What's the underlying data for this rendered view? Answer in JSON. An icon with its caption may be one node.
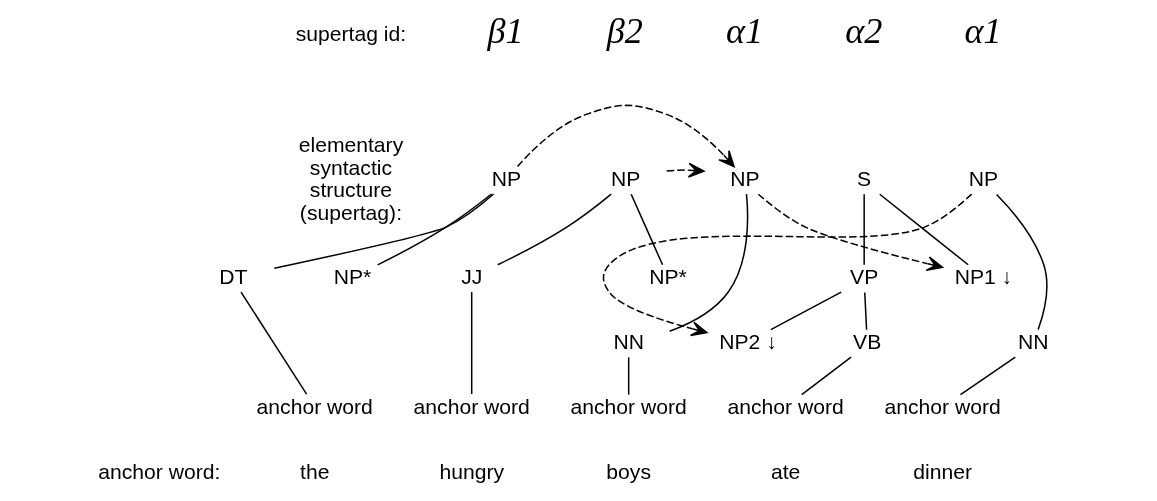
{
  "diagram": {
    "nodes": [
      {
        "text": [
          "NP"
        ]
      },
      {
        "text": [
          "DT"
        ]
      },
      {
        "text": [
          "NP*"
        ]
      },
      {
        "text": [
          "anchor word"
        ]
      },
      {
        "text": [
          "NP"
        ]
      },
      {
        "text": [
          "JJ"
        ]
      },
      {
        "text": [
          "NP*"
        ]
      },
      {
        "text": [
          "anchor word"
        ]
      },
      {
        "text": [
          "NP"
        ]
      },
      {
        "text": [
          "NN"
        ]
      },
      {
        "text": [
          "anchor word"
        ]
      },
      {
        "text": [
          "S"
        ]
      },
      {
        "text": [
          "NP1 ↓"
        ]
      },
      {
        "text": [
          "VP"
        ]
      },
      {
        "text": [
          "VB"
        ]
      },
      {
        "text": [
          "NP2 ↓"
        ]
      },
      {
        "text": [
          "anchor word"
        ]
      },
      {
        "text": [
          "NP"
        ]
      },
      {
        "text": [
          "NN"
        ]
      },
      {
        "text": [
          "anchor word"
        ]
      }
    ],
    "edges": [
      {
        "from": 0,
        "to": 1,
        "arrow": "none"
      },
      {
        "from": 0,
        "to": 2,
        "arrow": "none"
      },
      {
        "from": 1,
        "to": 3,
        "arrow": "none"
      },
      {
        "from": 4,
        "to": 5,
        "arrow": "none"
      },
      {
        "from": 4,
        "to": 6,
        "arrow": "none"
      },
      {
        "from": 5,
        "to": 7,
        "arrow": "none"
      },
      {
        "from": 8,
        "to": 9,
        "arrow": "none"
      },
      {
        "from": 9,
        "to": 10,
        "arrow": "none"
      },
      {
        "from": 11,
        "to": 12,
        "arrow": "none"
      },
      {
        "from": 11,
        "to": 13,
        "arrow": "none"
      },
      {
        "from": 13,
        "to": 14,
        "arrow": "none"
      },
      {
        "from": 13,
        "to": 15,
        "arrow": "none"
      },
      {
        "from": 14,
        "to": 16,
        "arrow": "none"
      },
      {
        "from": 17,
        "to": 18,
        "arrow": "none"
      },
      {
        "from": 18,
        "to": 19,
        "arrow": "none"
      },
      {
        "from": 0,
        "to": 8,
        "arrow": "to",
        "style": "dashed"
      },
      {
        "from": 4,
        "to": 8,
        "arrow": "to",
        "style": "dashed"
      },
      {
        "from": 8,
        "to": 12,
        "arrow": "to",
        "style": "dashed"
      },
      {
        "from": 17,
        "to": 15,
        "arrow": "to",
        "style": "dashed"
      }
    ],
    "labels": [
      "supertag id:",
      "β1",
      "β2",
      "α1",
      "α2",
      "α1",
      "elementary syntactic structure (supertag):",
      "anchor word:",
      "the",
      "hungry",
      "boys",
      "ate",
      "dinner"
    ]
  }
}
